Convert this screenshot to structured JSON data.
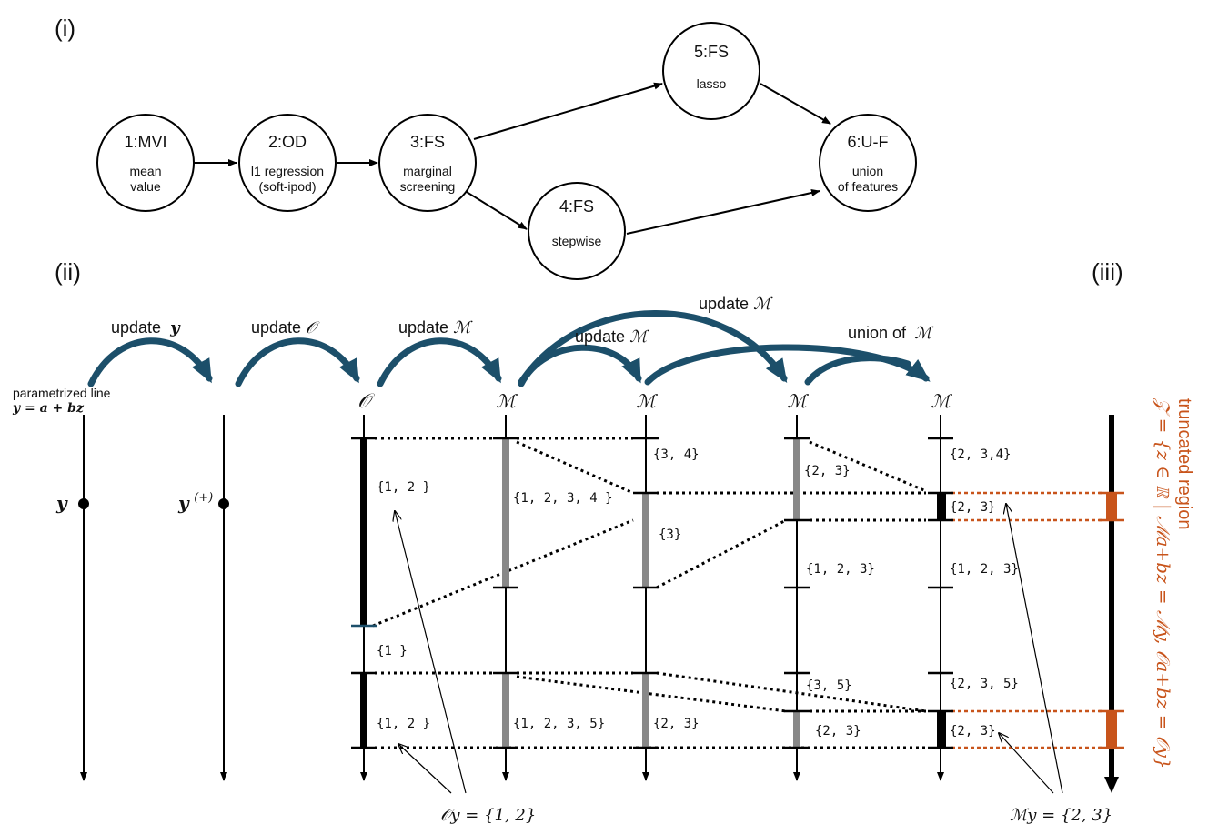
{
  "panels": {
    "i": "(i)",
    "ii": "(ii)",
    "iii": "(iii)"
  },
  "nodes": [
    {
      "title": "1:MVI",
      "line1": "mean",
      "line2": "value"
    },
    {
      "title": "2:OD",
      "line1": "l1 regression",
      "line2": "(soft-ipod)"
    },
    {
      "title": "3:FS",
      "line1": "marginal",
      "line2": "screening"
    },
    {
      "title": "4:FS",
      "line1": "stepwise",
      "line2": ""
    },
    {
      "title": "5:FS",
      "line1": "lasso",
      "line2": ""
    },
    {
      "title": "6:U-F",
      "line1": "union",
      "line2": "of features"
    }
  ],
  "updates": {
    "update_y_text": "update",
    "update_y_sym": "y",
    "update_o_text": "update",
    "update_o_sym": "𝒪",
    "update_m1_text": "update",
    "update_m1_sym": "ℳ",
    "update_m2_text": "update",
    "update_m2_sym": "ℳ",
    "update_m3_text": "update",
    "update_m3_sym": "ℳ",
    "union_text": "union of",
    "union_sym": "ℳ"
  },
  "param_line": {
    "line1": "parametrized line",
    "line2": "y = a + bz"
  },
  "axis_symbols": {
    "o": "𝒪",
    "m": "ℳ",
    "y": "y",
    "y_plus": "y",
    "y_plus_sup": "(+)"
  },
  "set_labels": {
    "o_a": "{1, 2 }",
    "o_b": "{1 }",
    "o_c": "{1, 2 }",
    "m1_a": "{1, 2, 3, 4 }",
    "m1_b": "{1, 2, 3, 5}",
    "m2_a": "{3, 4}",
    "m2_b": "{3}",
    "m2_c": "{2, 3}",
    "m3_a": "{2, 3}",
    "m3_b": "{1, 2, 3}",
    "m3_c": "{3, 5}",
    "m3_d": "{2, 3}",
    "u_a": "{2, 3,4}",
    "u_b": "{2, 3}",
    "u_c": "{1, 2, 3}",
    "u_d": "{2, 3, 5}",
    "u_e": "{2, 3}"
  },
  "bottom_labels": {
    "o_y": "𝒪y = {1, 2}",
    "m_y": "ℳy = {2, 3}"
  },
  "truncated": {
    "title": "truncated region",
    "formula": "𝒵 = {z ∈ ℝ | ℳa+bz = ℳy, 𝒪a+bz = 𝒪y}"
  },
  "colors": {
    "arrow_blue": "#1c4f6a",
    "orange": "#c8541b",
    "gray": "#888888",
    "black": "#000000"
  }
}
